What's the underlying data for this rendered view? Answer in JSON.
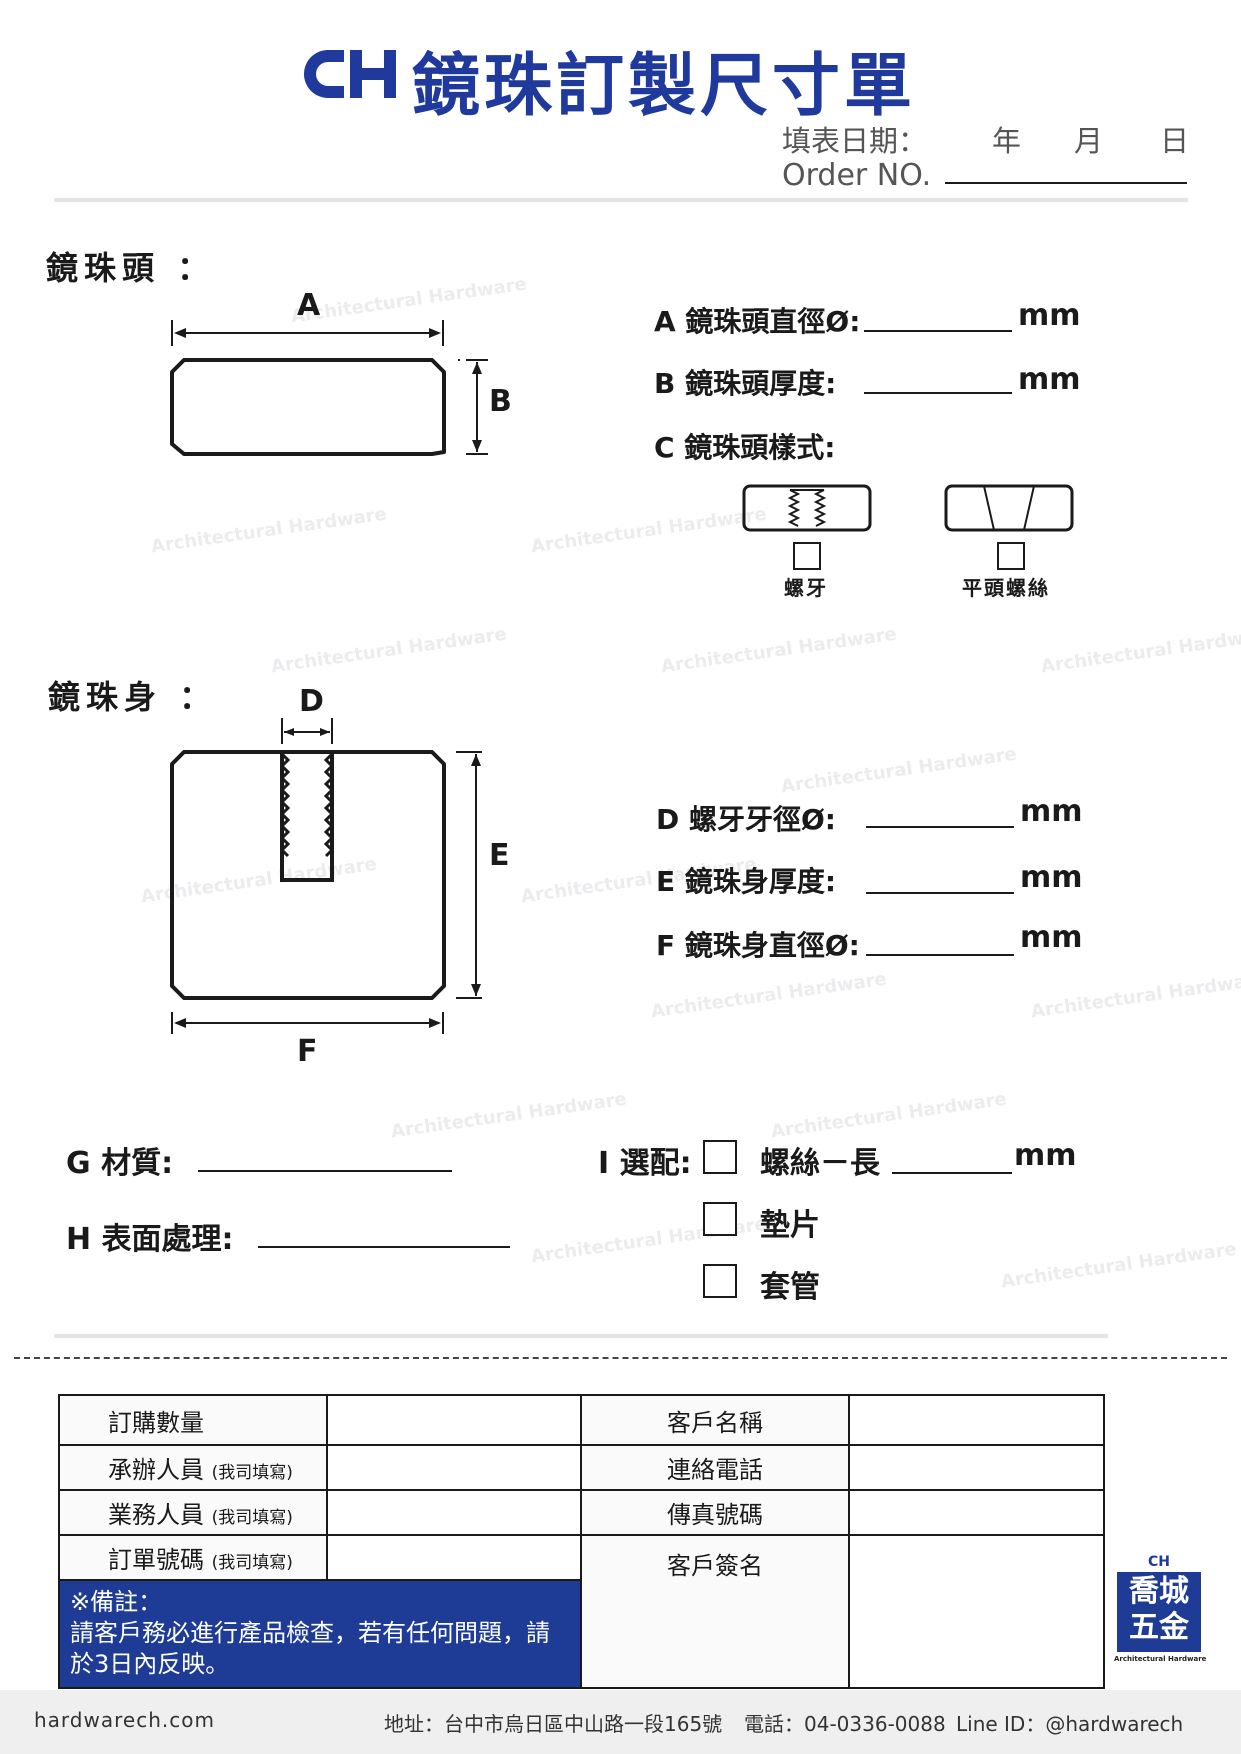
{
  "header": {
    "title": "鏡珠訂製尺寸單",
    "date_label": "填表日期：",
    "year": "年",
    "month": "月",
    "day": "日",
    "order_label": "Order NO."
  },
  "head_section": {
    "title": "鏡珠頭 ：",
    "dim_a": "A",
    "dim_b": "B",
    "field_a": "A 鏡珠頭直徑Ø:",
    "field_b": "B 鏡珠頭厚度:",
    "field_c": "C 鏡珠頭樣式:",
    "unit": "mm",
    "style_thread": "螺牙",
    "style_flat": "平頭螺絲"
  },
  "body_section": {
    "title": "鏡珠身 ：",
    "dim_d": "D",
    "dim_e": "E",
    "dim_f": "F",
    "field_d": "D 螺牙牙徑Ø:",
    "field_e": "E 鏡珠身厚度:",
    "field_f": "F 鏡珠身直徑Ø:",
    "unit": "mm"
  },
  "options": {
    "material": "G 材質:",
    "surface": "H 表面處理:",
    "accessory": "I 選配:",
    "screw_length": "螺絲－長",
    "washer": "墊片",
    "sleeve": "套管",
    "unit": "mm"
  },
  "order_table": {
    "quantity": "訂購數量",
    "handler": "承辦人員",
    "sales": "業務人員",
    "order_no": "訂單號碼",
    "internal_note": "(我司填寫)",
    "customer_name": "客戶名稱",
    "phone": "連絡電話",
    "fax": "傳真號碼",
    "signature": "客戶簽名",
    "remark_title": "※備註：",
    "remark_text": "請客戶務必進行產品檢查，若有任何問題，請於3日內反映。"
  },
  "brand": {
    "logo_text": "CH",
    "stamp_line1": "喬城",
    "stamp_line2": "五金",
    "stamp_sub": "Architectural Hardware",
    "watermark": "Architectural Hardware"
  },
  "footer": {
    "website": "hardwarech.com",
    "address": "地址：台中市烏日區中山路一段165號",
    "phone": "電話：04-0336-0088",
    "line": "Line ID：@hardwarech"
  },
  "colors": {
    "brand_blue": "#1f3a9c",
    "note_blue": "#1e3b95"
  }
}
